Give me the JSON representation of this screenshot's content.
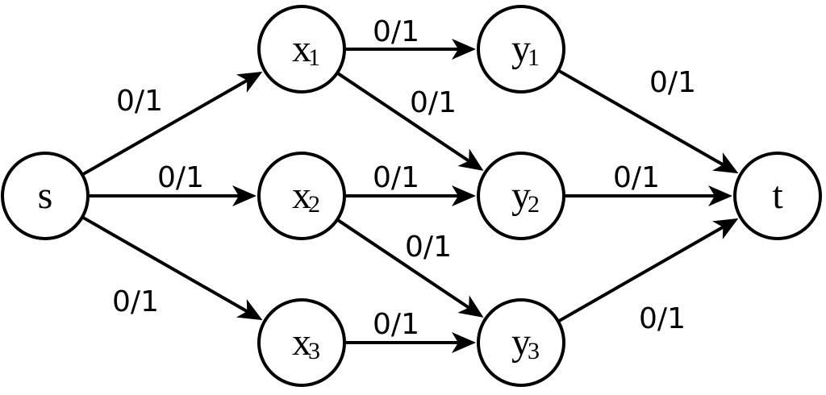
{
  "title": "Bipartite matching flow network",
  "colors": {
    "stroke": "#000000",
    "fill": "#ffffff"
  },
  "nodes": [
    {
      "id": "s",
      "label": "s",
      "sub": ""
    },
    {
      "id": "x1",
      "label": "x",
      "sub": "1"
    },
    {
      "id": "x2",
      "label": "x",
      "sub": "2"
    },
    {
      "id": "x3",
      "label": "x",
      "sub": "3"
    },
    {
      "id": "y1",
      "label": "y",
      "sub": "1"
    },
    {
      "id": "y2",
      "label": "y",
      "sub": "2"
    },
    {
      "id": "y3",
      "label": "y",
      "sub": "3"
    },
    {
      "id": "t",
      "label": "t",
      "sub": ""
    }
  ],
  "edges": [
    {
      "from": "s",
      "to": "x1",
      "flow": 0,
      "capacity": 1,
      "label": "0/1"
    },
    {
      "from": "s",
      "to": "x2",
      "flow": 0,
      "capacity": 1,
      "label": "0/1"
    },
    {
      "from": "s",
      "to": "x3",
      "flow": 0,
      "capacity": 1,
      "label": "0/1"
    },
    {
      "from": "x1",
      "to": "y1",
      "flow": 0,
      "capacity": 1,
      "label": "0/1"
    },
    {
      "from": "x1",
      "to": "y2",
      "flow": 0,
      "capacity": 1,
      "label": "0/1"
    },
    {
      "from": "x2",
      "to": "y2",
      "flow": 0,
      "capacity": 1,
      "label": "0/1"
    },
    {
      "from": "x2",
      "to": "y3",
      "flow": 0,
      "capacity": 1,
      "label": "0/1"
    },
    {
      "from": "x3",
      "to": "y3",
      "flow": 0,
      "capacity": 1,
      "label": "0/1"
    },
    {
      "from": "y1",
      "to": "t",
      "flow": 0,
      "capacity": 1,
      "label": "0/1"
    },
    {
      "from": "y2",
      "to": "t",
      "flow": 0,
      "capacity": 1,
      "label": "0/1"
    },
    {
      "from": "y3",
      "to": "t",
      "flow": 0,
      "capacity": 1,
      "label": "0/1"
    }
  ]
}
